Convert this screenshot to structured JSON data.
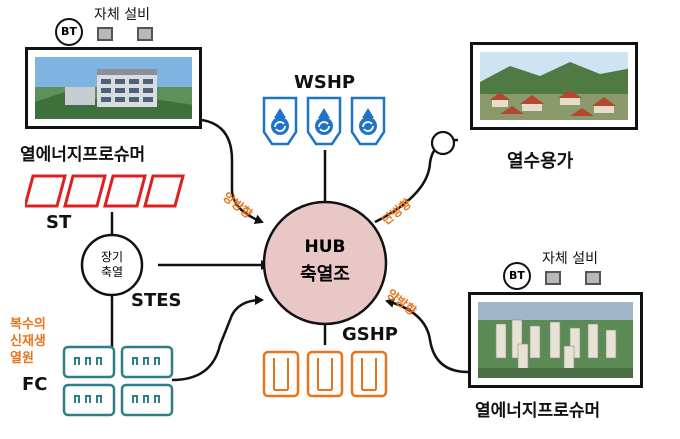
{
  "prosumer_top": {
    "bt": "BT",
    "equipment": "자체 설비",
    "label": "열에너지프로슈머"
  },
  "prosumer_bottom": {
    "bt": "BT",
    "equipment": "자체 설비",
    "label": "열에너지프로슈머"
  },
  "wshp": {
    "label": "WSHP"
  },
  "consumer": {
    "label": "열수용가"
  },
  "st": {
    "label": "ST"
  },
  "stes": {
    "node": "장기\n축열",
    "label": "STES"
  },
  "hub": {
    "line1": "HUB",
    "line2": "축열조"
  },
  "gshp": {
    "label": "GSHP"
  },
  "fc": {
    "label": "FC",
    "note": "복수의\n신재생\n열원"
  },
  "arrows": {
    "top_left": "양방향",
    "top_right": "단방향",
    "bottom_right": "양방향"
  },
  "colors": {
    "hub_fill": "#e9c7c7",
    "st_red": "#e02020",
    "wshp_blue": "#1f74c9",
    "fc_teal": "#2e7f88",
    "gshp_orange": "#e8741c",
    "arrow_label": "#e8741c"
  }
}
